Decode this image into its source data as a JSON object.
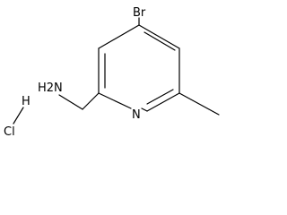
{
  "molecule": {
    "atoms": {
      "bromine": "Br",
      "ring_nitrogen": "N",
      "amine": "H2N",
      "hydrogen": "H",
      "chlorine": "Cl"
    }
  }
}
